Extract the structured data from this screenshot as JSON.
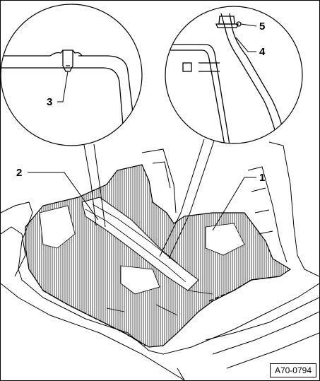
{
  "figure": {
    "reference_code": "A70-0794",
    "callouts": [
      {
        "id": "c1",
        "label": "1"
      },
      {
        "id": "c2",
        "label": "2"
      },
      {
        "id": "c3",
        "label": "3"
      },
      {
        "id": "c4",
        "label": "4"
      },
      {
        "id": "c5",
        "label": "5"
      }
    ]
  },
  "colors": {
    "line": "#000000",
    "hatch": "#333333",
    "background": "#ffffff"
  }
}
